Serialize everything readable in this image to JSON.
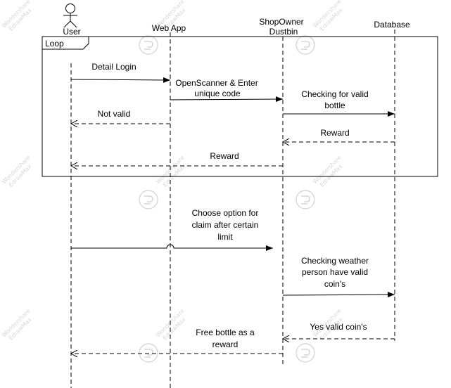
{
  "participants": {
    "user": "User",
    "webapp": "Web App",
    "shopowner_line1": "ShopOwner",
    "shopowner_line2": "Dustbin",
    "database": "Database"
  },
  "fragment": {
    "label": "Loop"
  },
  "messages": {
    "m1": "Detail Login",
    "m2_line1": "OpenScanner & Enter",
    "m2_line2": "unique code",
    "m3_line1": "Checking for valid",
    "m3_line2": "bottle",
    "m4": "Not valid",
    "m5": "Reward",
    "m6": "Reward",
    "m7_line1": "Choose option for",
    "m7_line2": "claim after certain",
    "m7_line3": "limit",
    "m8_line1": "Checking weather",
    "m8_line2": "person have valid",
    "m8_line3": "coin's",
    "m9": "Yes valid coin's",
    "m10_line1": "Free bottle as a",
    "m10_line2": "reward"
  },
  "watermark": {
    "line1": "Wondershare",
    "line2": "EdrawMax"
  },
  "colors": {
    "line": "#000000",
    "watermark": "#d7d7d7"
  }
}
